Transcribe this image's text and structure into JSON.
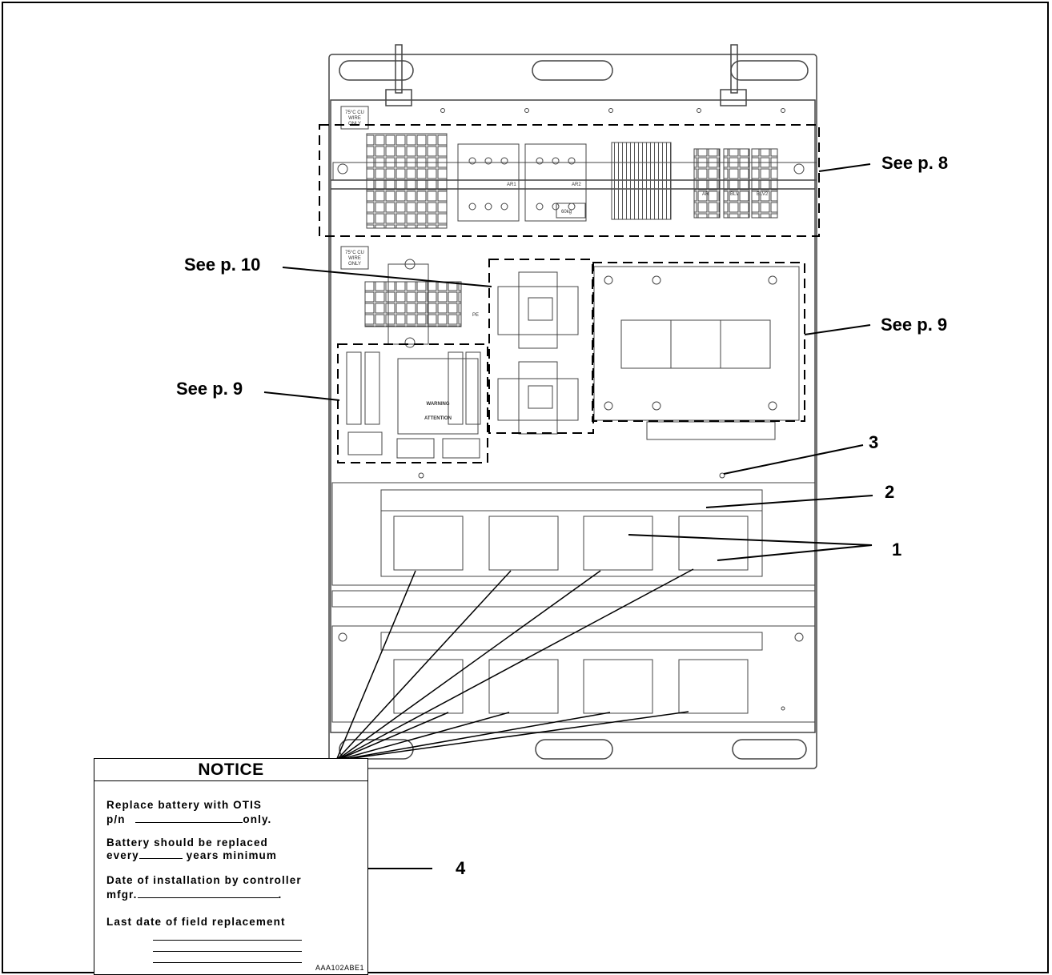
{
  "callouts": {
    "see_p8": "See p. 8",
    "see_p10": "See p. 10",
    "see_p9_right": "See p. 9",
    "see_p9_left": "See p. 9",
    "num_3": "3",
    "num_2": "2",
    "num_1": "1",
    "num_4": "4"
  },
  "labels": {
    "wire_label_line1": "75°C CU",
    "wire_label_line2": "WIRE",
    "wire_label_line3": "ONLY",
    "relay_ar1": "AR1",
    "relay_ar2": "AR2",
    "relay_ar": "AR",
    "relay_blv": "BLV",
    "relay_blv2": "BLV2",
    "weight_tag": "60kg",
    "pe_label": "PE",
    "warning_title": "WARNING",
    "attention_title": "ATTENTION"
  },
  "notice": {
    "title": "NOTICE",
    "line1": "Replace battery with OTIS",
    "line2_prefix": "p/n",
    "line2_suffix": "only.",
    "line3": "Battery should be replaced",
    "line4_prefix": "every",
    "line4_suffix": "years minimum",
    "line5": "Date of installation by controller",
    "line6_prefix": "mfgr.",
    "line6_suffix": ".",
    "line7": "Last date of field replacement",
    "code": "AAA102ABE1"
  },
  "colors": {
    "line": "#000000",
    "panel_line": "#444444",
    "background": "#ffffff"
  }
}
